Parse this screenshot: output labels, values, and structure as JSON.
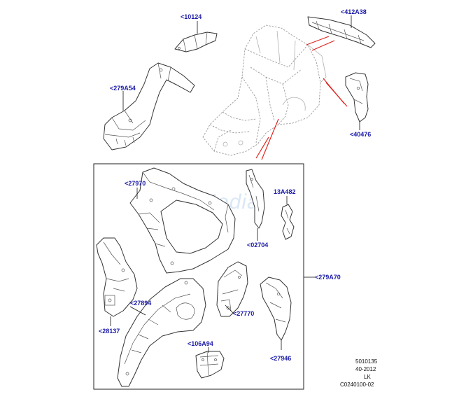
{
  "callouts": {
    "c10124": "<10124",
    "c412A38": "<412A38",
    "c279A54": "<279A54",
    "c40476": "<40476",
    "c27970": "<27970",
    "c13A482": "13A482",
    "c02704": "<02704",
    "c279A70": "<279A70",
    "c27894": "<27894",
    "c27770": "<27770",
    "c28137": "<28137",
    "c106A94": "<106A94",
    "c27946": "<27946"
  },
  "reference": {
    "line1": "5010135",
    "line2": "40-2012",
    "line3": "LK",
    "line4": "C0240100-02"
  },
  "watermark": "eRiMedia",
  "colors": {
    "callout": "#1a1aa8",
    "pointer": "#e0261f",
    "outline": "#333333"
  }
}
